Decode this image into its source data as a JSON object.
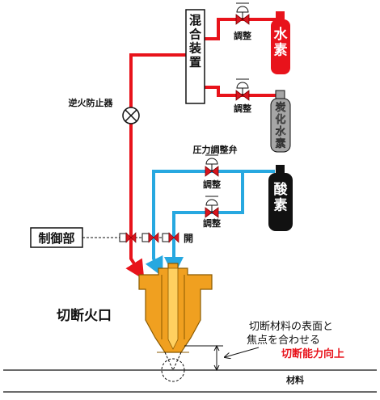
{
  "labels": {
    "mixer": "混合装置",
    "hydrogen": "水素",
    "hydrocarbon": "炭化水素",
    "oxygen": "酸素",
    "adjust": "調整",
    "flashback_arrestor": "逆火防止器",
    "pressure_valve": "圧力調整弁",
    "controller": "制御部",
    "open": "開",
    "torch": "切断火口",
    "note_line1": "切断材料の表面と",
    "note_line2": "焦点を合わせる",
    "note_result": "切断能力向上",
    "material": "材料"
  },
  "colors": {
    "fuel_line": "#e8131b",
    "oxygen_line": "#27a8e0",
    "hydrogen_cylinder": "#e8131b",
    "hydrocarbon_cylinder": "#a6a6a6",
    "oxygen_cylinder": "#111111",
    "torch_body": "#f0a020",
    "torch_outline": "#8a5a00",
    "valve": "#d9141e",
    "emphasis_text": "#e8131b"
  }
}
